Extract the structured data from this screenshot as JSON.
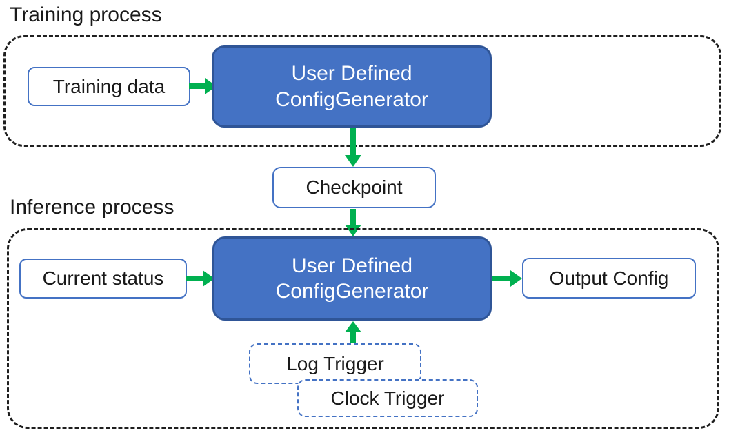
{
  "colors": {
    "accent_blue": "#4472C4",
    "accent_blue_dark": "#2F5597",
    "arrow_green": "#00B050",
    "dashed_container_black": "#1f1f1f",
    "text_black": "#1a1a1a",
    "box_text_white": "#ffffff"
  },
  "training": {
    "label": "Training process",
    "input_label": "Training data",
    "generator_line1": "User Defined",
    "generator_line2": "ConfigGenerator"
  },
  "checkpoint_label": "Checkpoint",
  "inference": {
    "label": "Inference process",
    "input_label": "Current status",
    "generator_line1": "User Defined",
    "generator_line2": "ConfigGenerator",
    "output_label": "Output Config",
    "trigger1_label": "Log Trigger",
    "trigger2_label": "Clock Trigger"
  }
}
